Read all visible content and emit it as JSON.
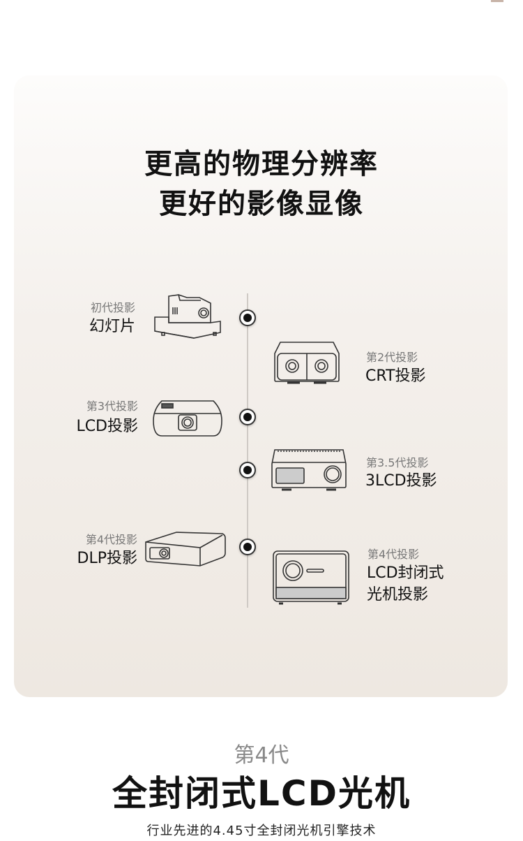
{
  "headline": {
    "line1": "更高的物理分辨率",
    "line2": "更好的影像显像"
  },
  "timeline": [
    {
      "generation": "初代投影",
      "name": "幻灯片",
      "icon": "slide-projector-icon"
    },
    {
      "generation": "第2代投影",
      "name": "CRT投影",
      "icon": "crt-projector-icon"
    },
    {
      "generation": "第3代投影",
      "name": "LCD投影",
      "icon": "lcd-projector-icon"
    },
    {
      "generation": "第3.5代投影",
      "name": "3LCD投影",
      "icon": "3lcd-projector-icon"
    },
    {
      "generation": "第4代投影",
      "name": "DLP投影",
      "icon": "dlp-projector-icon"
    },
    {
      "generation": "第4代投影",
      "name": "LCD封闭式",
      "name2": "光机投影",
      "icon": "sealed-lcd-projector-icon"
    }
  ],
  "footer": {
    "generation": "第4代",
    "title": "全封闭式LCD光机",
    "subtitle": "行业先进的4.45寸全封闭光机引擎技术"
  },
  "colors": {
    "panel": "#f1ece6",
    "text": "#111111",
    "muted": "#777777"
  }
}
